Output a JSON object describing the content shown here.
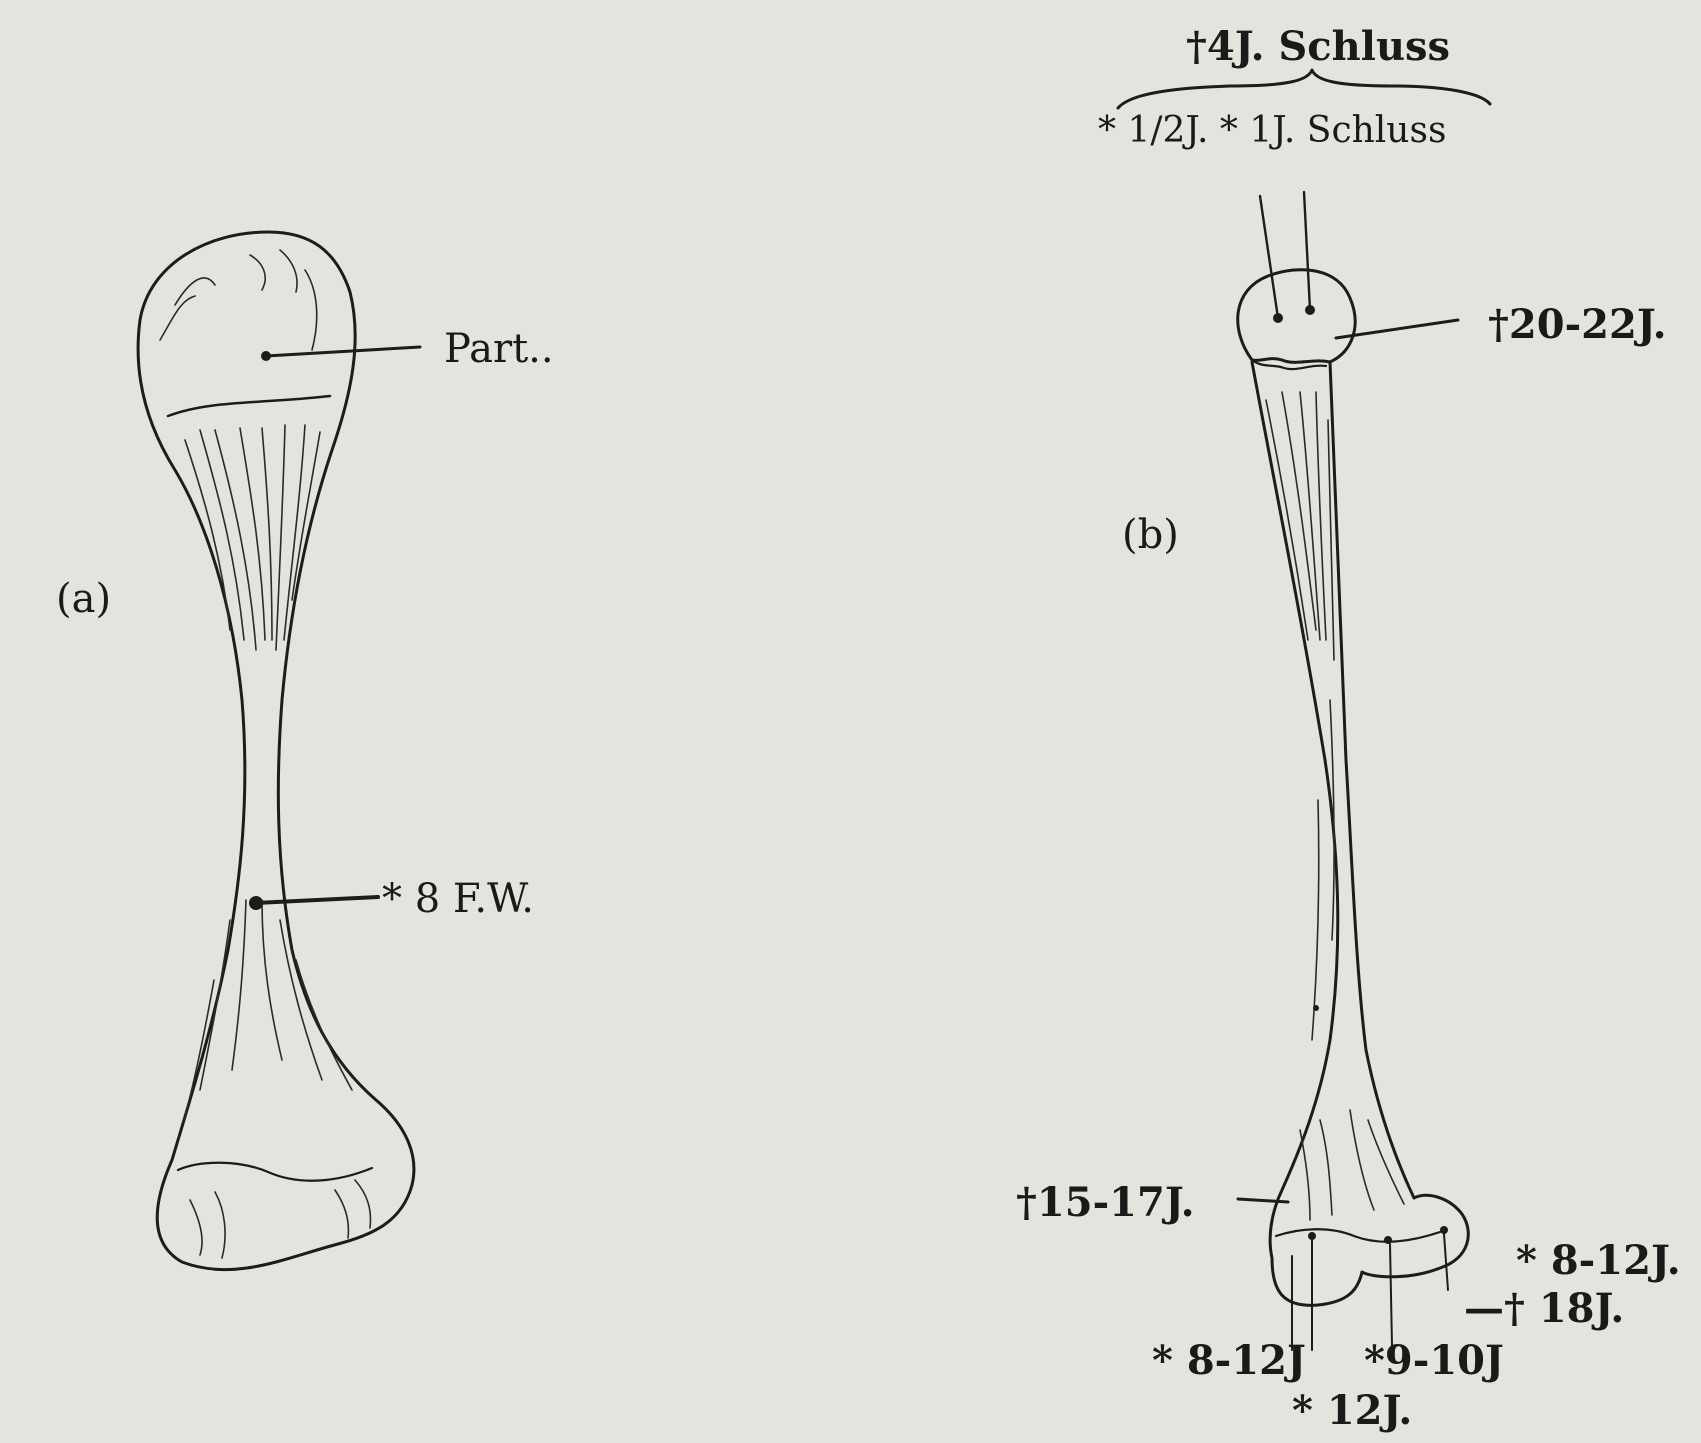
{
  "panels": {
    "a": {
      "marker": "(a)"
    },
    "b": {
      "marker": "(b)"
    }
  },
  "labels": {
    "a_part": "Part..",
    "a_shaft": "* 8 F.W.",
    "b_top_combined": "†4J. Schluss",
    "b_top_split": "* 1/2J. * 1J. Schluss",
    "b_head_fusion": "†20-22J.",
    "b_left_epicondyle": "†15-17J.",
    "b_right_epicondyle": "* 8-12J.",
    "b_right_fusion": "—† 18J.",
    "b_bottom_left": "* 8-12J",
    "b_bottom_middle": "*9-10J",
    "b_bottom_center": "* 12J."
  },
  "colors": {
    "paper": "#e4e4de",
    "ink": "#1c1c1c"
  }
}
